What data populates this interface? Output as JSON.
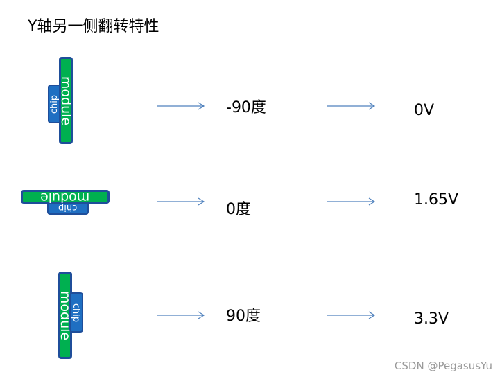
{
  "title": "Y轴另一侧翻转特性",
  "device": {
    "module_label": "module",
    "chip_label": "chip"
  },
  "rows": [
    {
      "angle": "-90度",
      "voltage": "0V"
    },
    {
      "angle": "0度",
      "voltage": "1.65V"
    },
    {
      "angle": "90度",
      "voltage": "3.3V"
    }
  ],
  "colors": {
    "module": "#00b050",
    "chip": "#1f6fc2",
    "border": "#1f4e9a",
    "arrow": "#4f81bd"
  },
  "watermark": "CSDN @PegasusYu"
}
